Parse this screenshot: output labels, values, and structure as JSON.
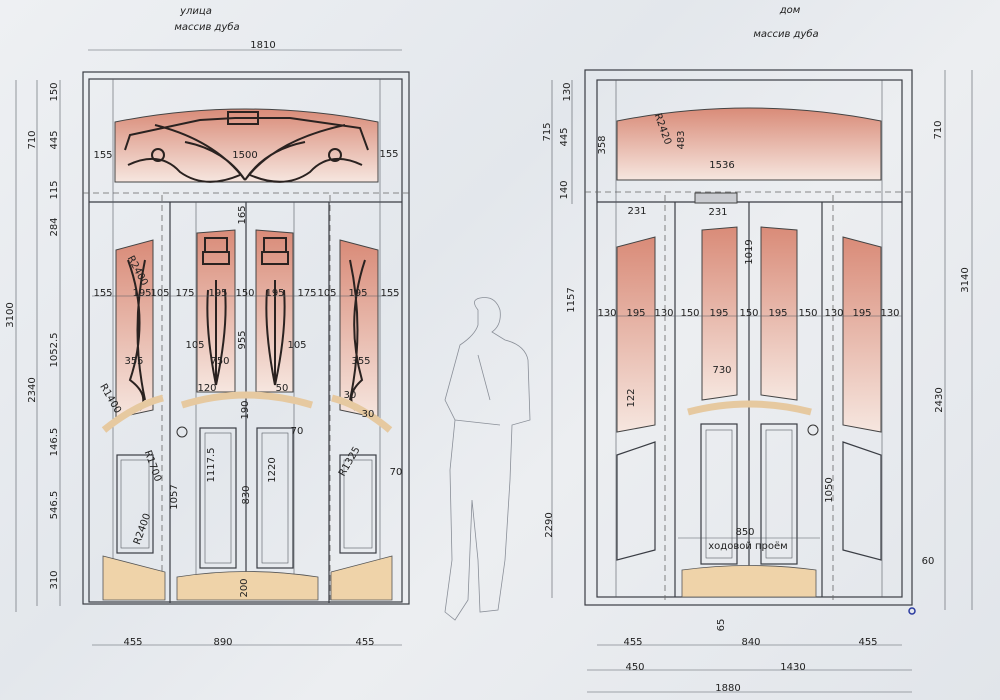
{
  "left": {
    "title": "улица",
    "material": "массив дуба",
    "dims": [
      "1810",
      "150",
      "445",
      "710",
      "115",
      "3100",
      "284",
      "1052.5",
      "2340",
      "146.5",
      "546.5",
      "310",
      "155",
      "1500",
      "155",
      "165",
      "155",
      "195",
      "105",
      "175",
      "195",
      "150",
      "195",
      "175",
      "105",
      "195",
      "155",
      "R2400",
      "105",
      "955",
      "105",
      "355",
      "750",
      "355",
      "R1400",
      "120",
      "50",
      "30",
      "30",
      "190",
      "70",
      "R1700",
      "R1325",
      "70",
      "1057",
      "1117.5",
      "830",
      "1220",
      "R2400",
      "200",
      "455",
      "890",
      "455"
    ]
  },
  "right": {
    "title": "дом",
    "material": "массив дуба",
    "dims": [
      "130",
      "715",
      "445",
      "358",
      "R2420",
      "483",
      "1536",
      "710",
      "140",
      "231",
      "231",
      "1019",
      "3140",
      "1157",
      "130",
      "195",
      "130",
      "150",
      "195",
      "150",
      "195",
      "150",
      "130",
      "195",
      "130",
      "730",
      "122",
      "2430",
      "1050",
      "2290",
      "850",
      "65",
      "60",
      "455",
      "840",
      "455",
      "450",
      "1430",
      "1880"
    ],
    "passage_note": "ходовой проём"
  },
  "colors": {
    "glass_top": "#d98b78",
    "glass_bottom": "#f6e6df",
    "wood": "#efd3a9",
    "paper": "#e8ebef"
  }
}
